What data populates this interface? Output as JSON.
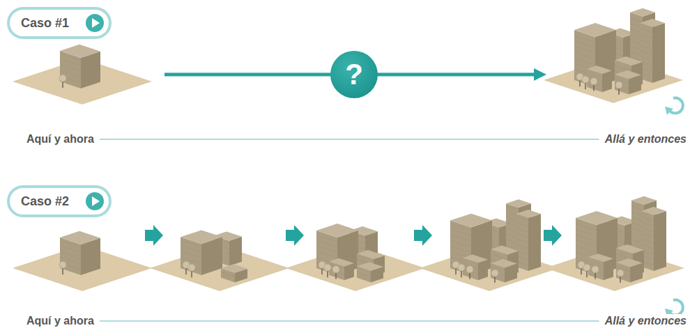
{
  "diagram": {
    "nodes": [
      {
        "text": [
          "Caso #1"
        ]
      },
      {
        "text": [
          "?"
        ]
      },
      {
        "text": [
          "Caso #2"
        ]
      }
    ],
    "labels": [
      "Aquí y ahora",
      "Allá y entonces",
      "Aquí y ahora",
      "Allá y entonces"
    ]
  }
}
